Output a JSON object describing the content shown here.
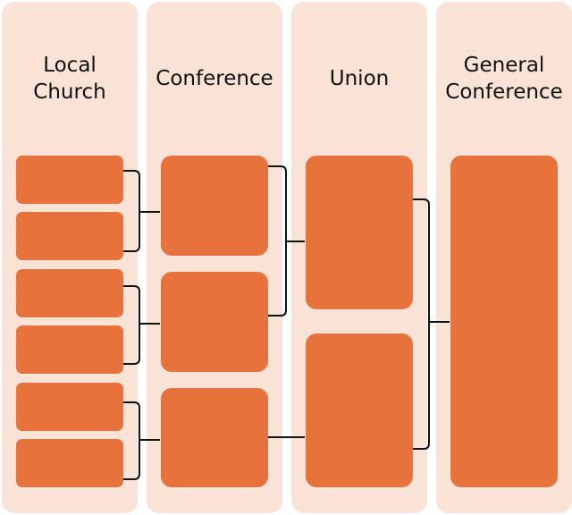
{
  "columns": [
    {
      "id": "local-church",
      "title_lines": [
        "Local",
        "Church"
      ],
      "count": 6
    },
    {
      "id": "conference",
      "title_lines": [
        "Conference"
      ],
      "count": 3
    },
    {
      "id": "union",
      "title_lines": [
        "Union"
      ],
      "count": 2
    },
    {
      "id": "general-conference",
      "title_lines": [
        "General",
        "Conference"
      ],
      "count": 1
    }
  ],
  "colors": {
    "column_background": "#f9e2d6",
    "box_fill": "#e6723c",
    "connector_stroke": "#111111"
  }
}
